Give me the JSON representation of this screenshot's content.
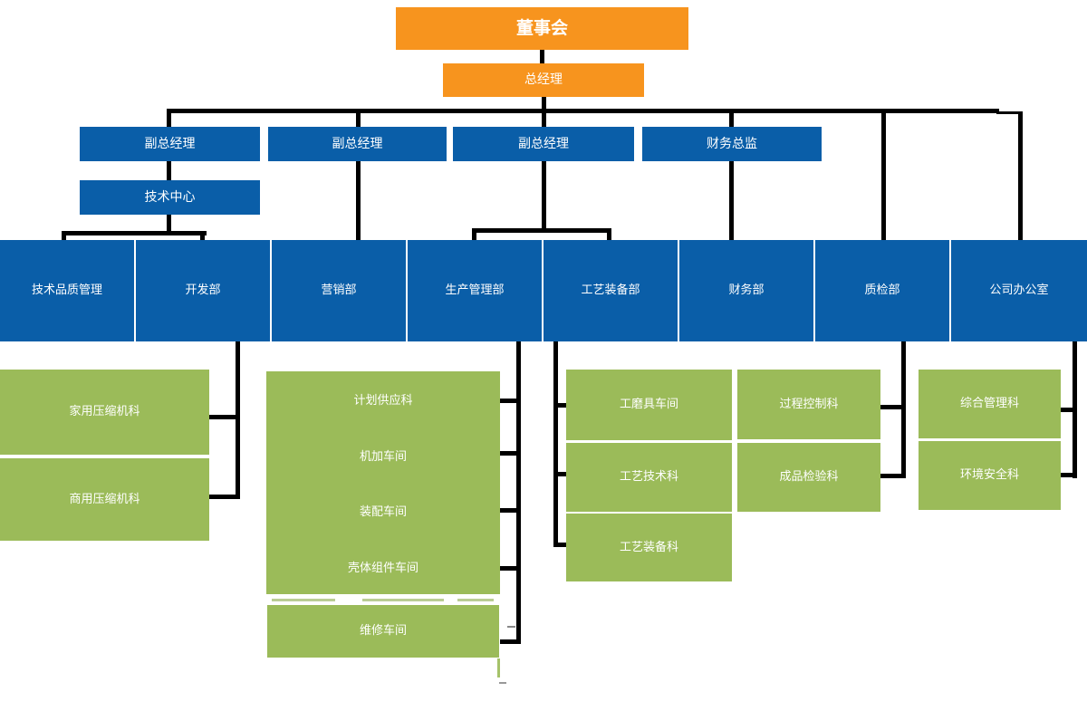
{
  "chart": {
    "title_hint": "company organization chart",
    "board": {
      "label": "董事会"
    },
    "gm": {
      "label": "总经理"
    },
    "executives": [
      {
        "label": "副总经理"
      },
      {
        "label": "副总经理"
      },
      {
        "label": "副总经理"
      },
      {
        "label": "财务总监"
      }
    ],
    "tech_center": {
      "label": "技术中心"
    },
    "departments": [
      {
        "label": "技术品质管理"
      },
      {
        "label": "开发部"
      },
      {
        "label": "营销部"
      },
      {
        "label": "生产管理部"
      },
      {
        "label": "工艺装备部"
      },
      {
        "label": "财务部"
      },
      {
        "label": "质检部"
      },
      {
        "label": "公司办公室"
      }
    ],
    "sections": {
      "development": [
        {
          "label": "家用压缩机科"
        },
        {
          "label": "商用压缩机科"
        }
      ],
      "production": [
        {
          "label": "计划供应科"
        },
        {
          "label": "机加车间"
        },
        {
          "label": "装配车间"
        },
        {
          "label": "壳体组件车间"
        },
        {
          "label": "维修车间"
        }
      ],
      "tooling": [
        {
          "label": "工磨具车间"
        },
        {
          "label": "工艺技术科"
        },
        {
          "label": "工艺装备科"
        }
      ],
      "quality": [
        {
          "label": "过程控制科"
        },
        {
          "label": "成品检验科"
        }
      ],
      "office": [
        {
          "label": "综合管理科"
        },
        {
          "label": "环境安全科"
        }
      ]
    },
    "colors": {
      "top_boxes": "#F7941E",
      "middle_boxes": "#0A5EA8",
      "leaf_boxes": "#9BBB59",
      "connector": "#000000",
      "text": "#FFFFFF"
    }
  }
}
